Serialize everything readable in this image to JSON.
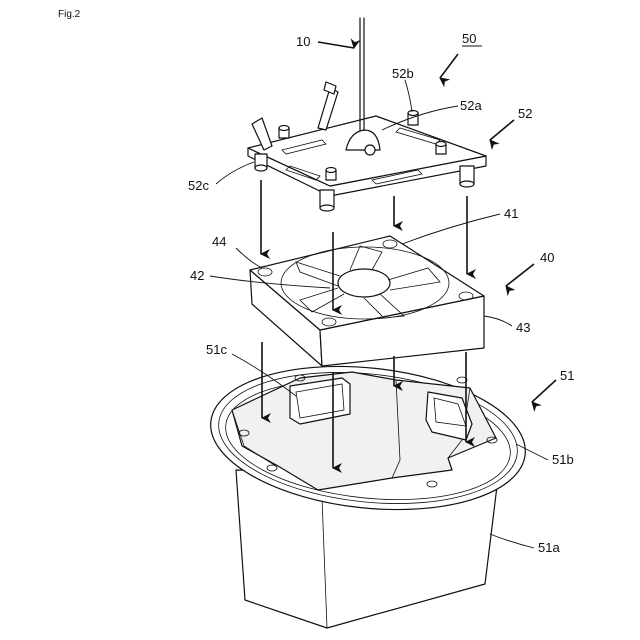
{
  "figure_label": "Fig.2",
  "labels": {
    "l10": "10",
    "l50": "50",
    "l52b": "52b",
    "l52a": "52a",
    "l52": "52",
    "l52c": "52c",
    "l44": "44",
    "l41": "41",
    "l40": "40",
    "l42": "42",
    "l43": "43",
    "l51c": "51c",
    "l51": "51",
    "l51b": "51b",
    "l51a": "51a"
  }
}
